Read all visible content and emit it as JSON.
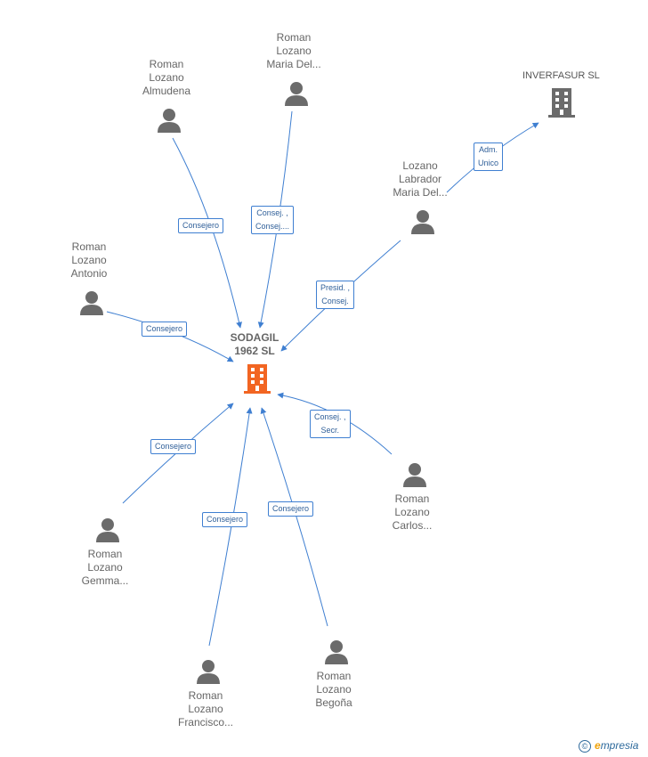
{
  "center": {
    "name": "SODAGIL\n1962 SL",
    "color": "#f26522"
  },
  "company": {
    "name": "INVERFASUR SL",
    "color": "#666666"
  },
  "people": {
    "almudena": "Roman\nLozano\nAlmudena",
    "maria_del_roman": "Roman\nLozano\nMaria Del...",
    "antonio": "Roman\nLozano\nAntonio",
    "labrador": "Lozano\nLabrador\nMaria Del...",
    "carlos": "Roman\nLozano\nCarlos...",
    "gemma": "Roman\nLozano\nGemma...",
    "francisco": "Roman\nLozano\nFrancisco...",
    "begona": "Roman\nLozano\nBegoña"
  },
  "edges": {
    "almudena": "Consejero",
    "maria_del_roman": "Consej. ,\nConsej....",
    "antonio": "Consejero",
    "labrador": "Presid. ,\nConsej.",
    "labrador_company": "Adm.\nUnico",
    "carlos": "Consej. ,\nSecr.",
    "gemma": "Consejero",
    "francisco": "Consejero",
    "begona": "Consejero"
  },
  "colors": {
    "line": "#3f7fd1",
    "person": "#6b6b6b"
  },
  "watermark": {
    "copyright": "©",
    "brand_e": "e",
    "brand_rest": "mpresia"
  }
}
